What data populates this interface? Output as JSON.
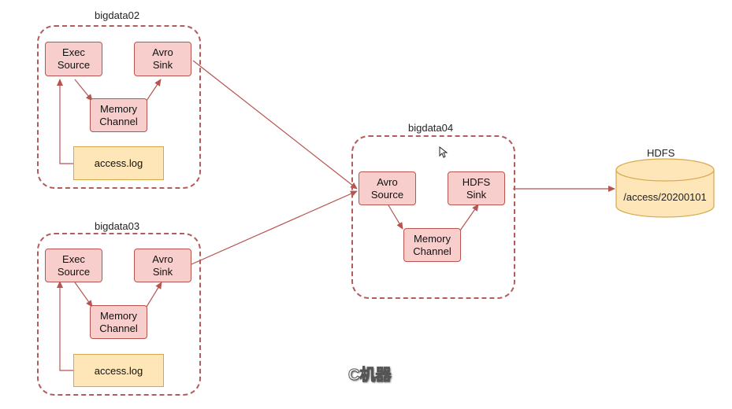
{
  "groups": {
    "bigdata02": {
      "title": "bigdata02",
      "exec_source": [
        "Exec",
        "Source"
      ],
      "avro_sink": [
        "Avro",
        "Sink"
      ],
      "memory_channel": [
        "Memory",
        "Channel"
      ],
      "file": "access.log"
    },
    "bigdata03": {
      "title": "bigdata03",
      "exec_source": [
        "Exec",
        "Source"
      ],
      "avro_sink": [
        "Avro",
        "Sink"
      ],
      "memory_channel": [
        "Memory",
        "Channel"
      ],
      "file": "access.log"
    },
    "bigdata04": {
      "title": "bigdata04",
      "avro_source": [
        "Avro",
        "Source"
      ],
      "hdfs_sink": [
        "HDFS",
        "Sink"
      ],
      "memory_channel": [
        "Memory",
        "Channel"
      ]
    }
  },
  "hdfs": {
    "title": "HDFS",
    "path": "/access/20200101"
  },
  "caption": "C机器",
  "colors": {
    "node_fill": "#f8cecc",
    "node_stroke": "#b85450",
    "file_fill": "#ffe6b8",
    "group_border": "#b35c5c",
    "cylinder_fill": "#ffe6b8",
    "edge": "#b85450"
  }
}
